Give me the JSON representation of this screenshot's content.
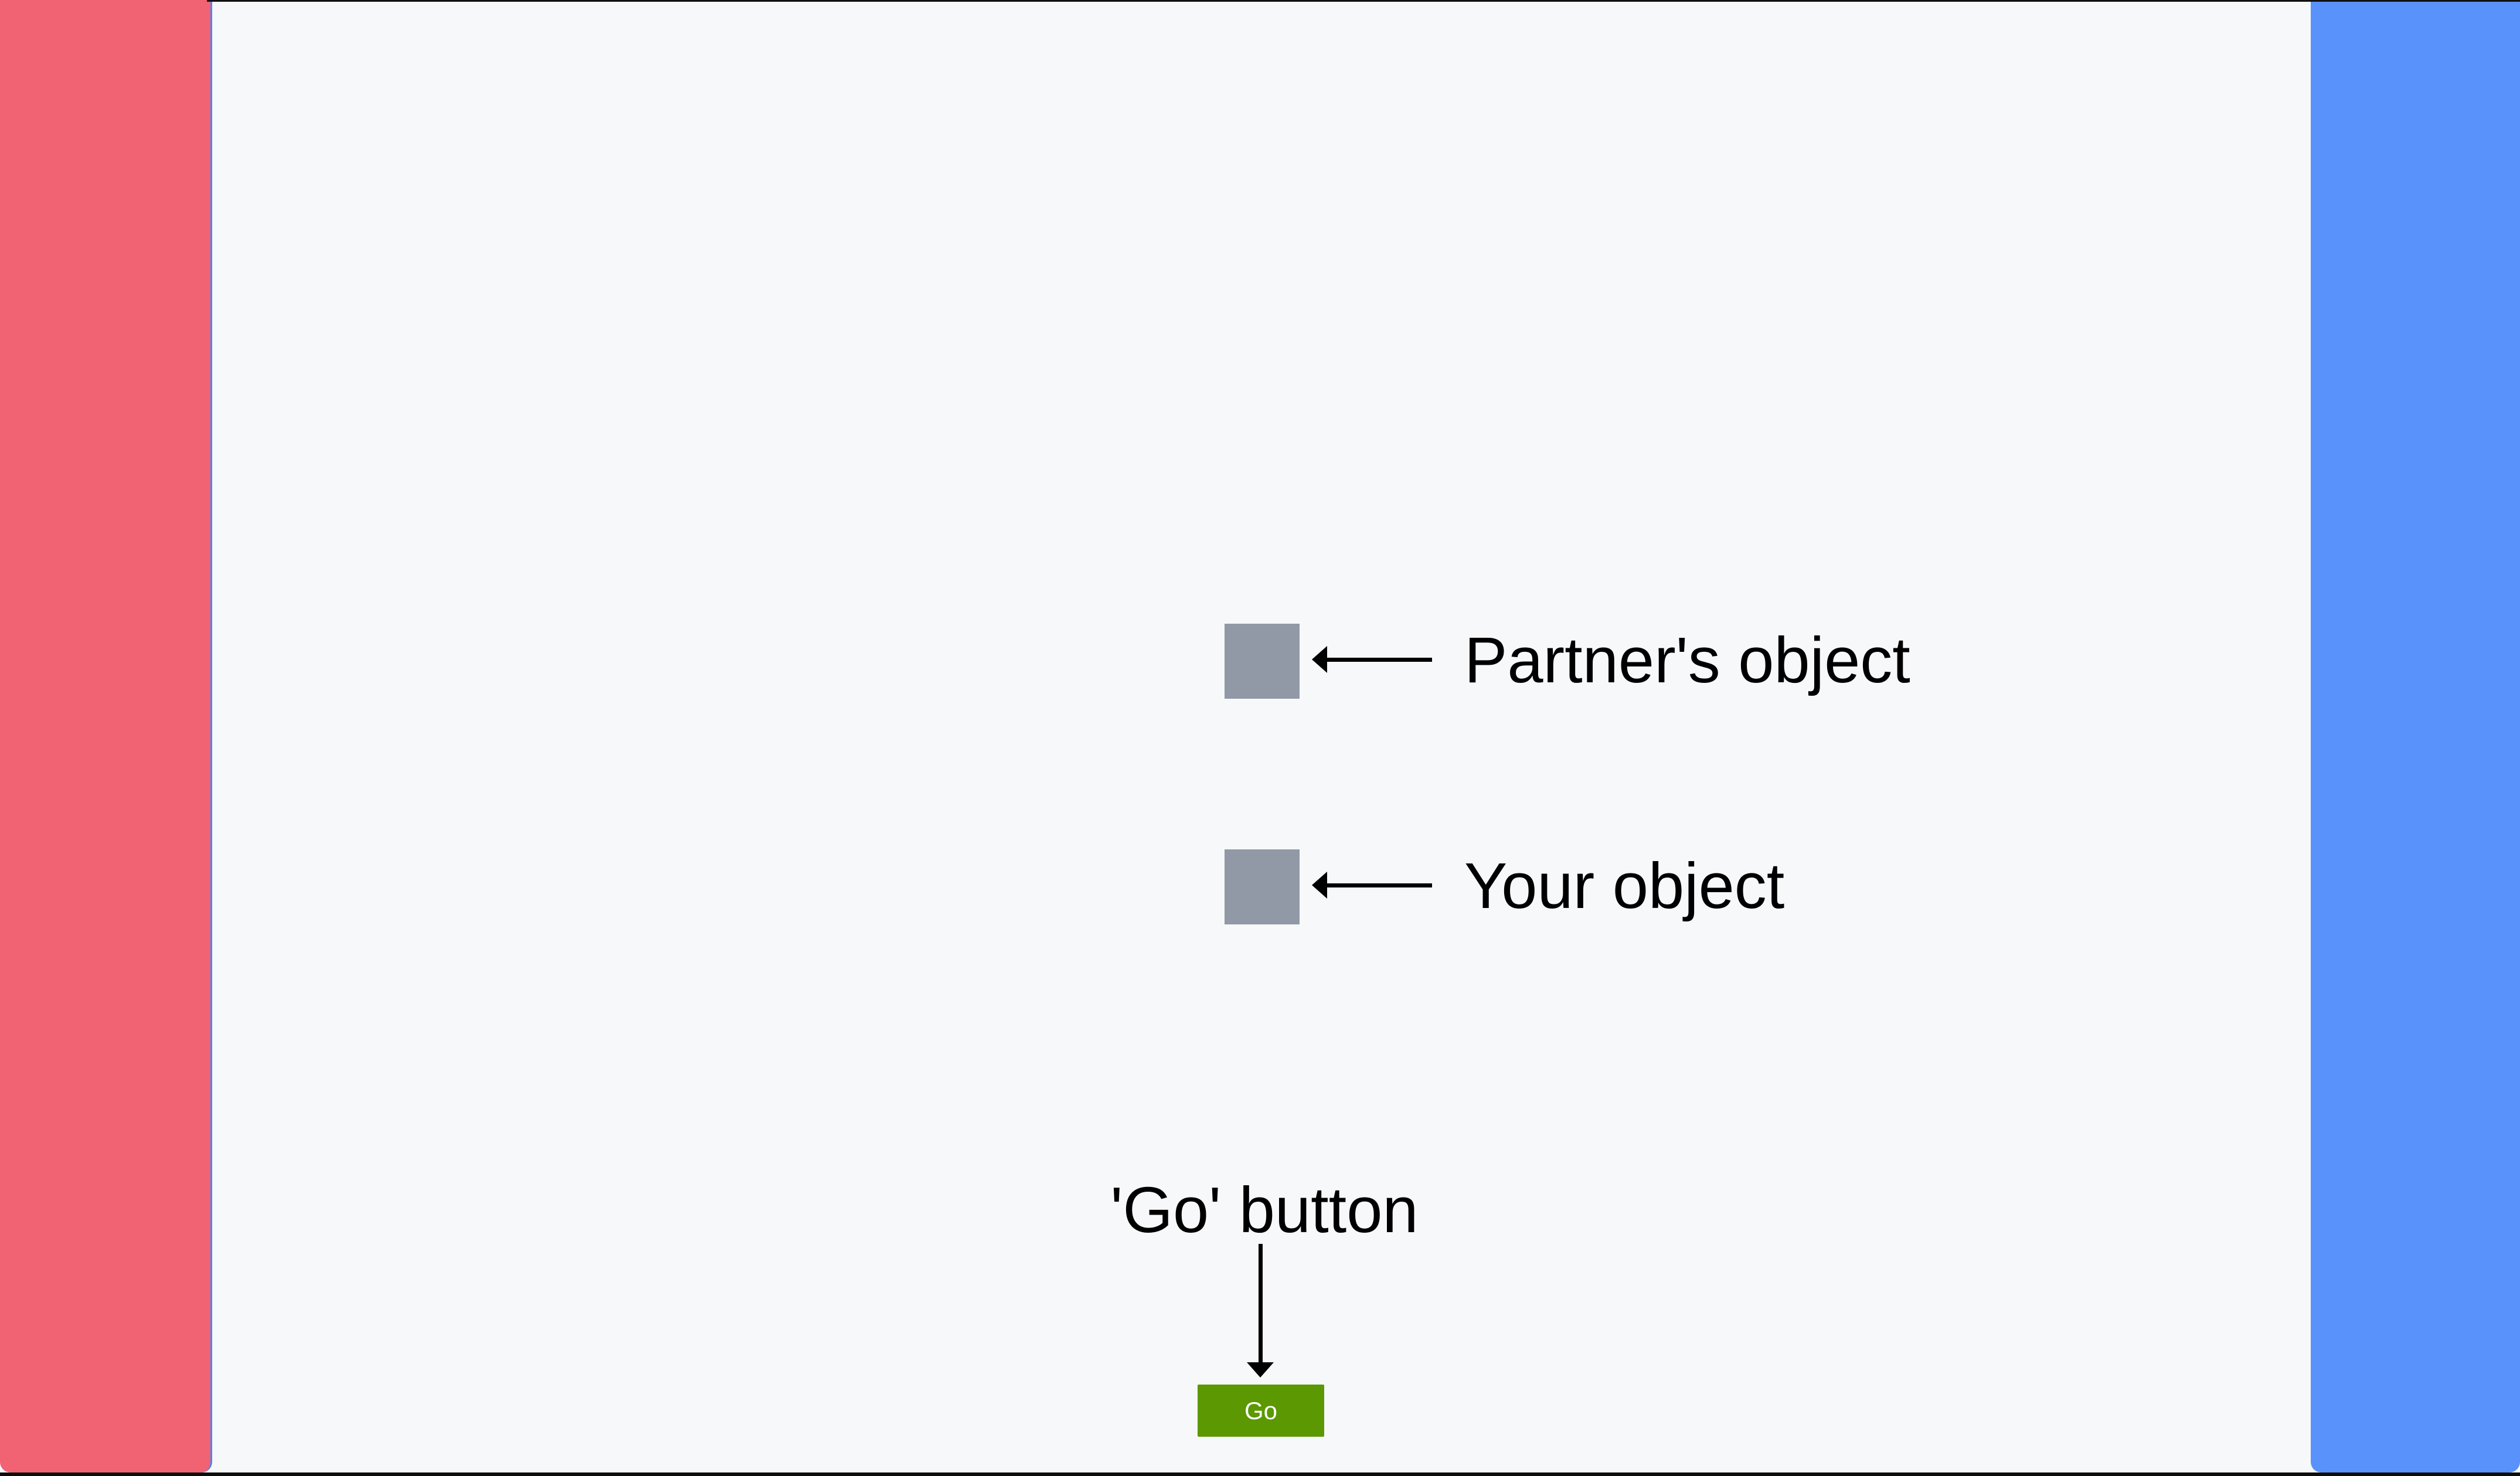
{
  "page": {
    "background_color": "#f7f8fa",
    "top_edge_color": "#111111",
    "bottom_edge_color": "#0d0d0d"
  },
  "zones": {
    "left_bar_color": "#f16272",
    "left_bar_edge_color": "#4f85f5",
    "right_bar_color": "#5a92fb"
  },
  "objects": {
    "square_color": "#9198a6"
  },
  "annotations": {
    "partner_label": "Partner's object",
    "your_label": "Your object",
    "go_label": "'Go' button",
    "arrow_color": "#000000"
  },
  "go_button": {
    "label": "Go",
    "color": "#5b9802",
    "text_color": "#ffffff"
  }
}
